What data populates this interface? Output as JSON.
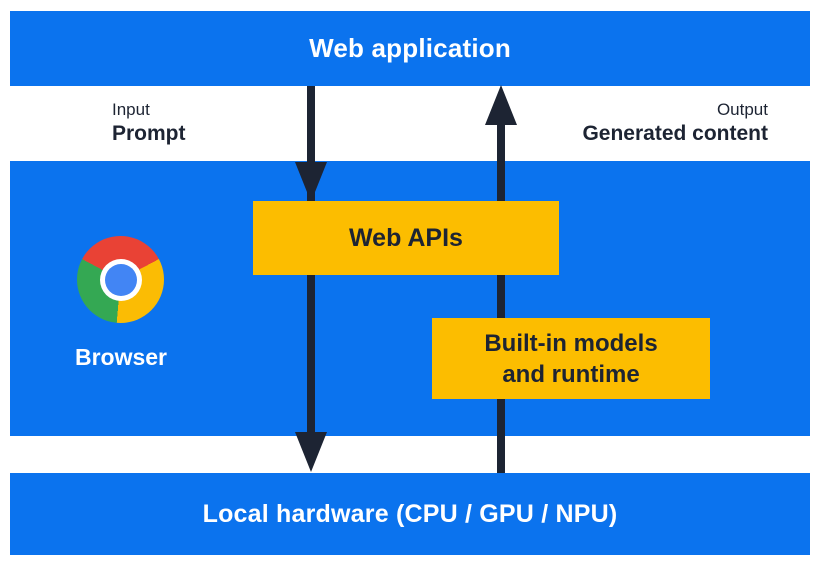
{
  "diagram": {
    "title_bars": {
      "top_label": "Web application",
      "bottom_label": "Local hardware (CPU / GPU / NPU)"
    },
    "io_labels": {
      "input_caption": "Input",
      "input_value": "Prompt",
      "output_caption": "Output",
      "output_value": "Generated content"
    },
    "browser": {
      "label": "Browser",
      "icon": "chrome-logo"
    },
    "boxes": {
      "web_apis_label": "Web APIs",
      "models_label_line1": "Built-in models",
      "models_label_line2": "and runtime"
    },
    "arrows": [
      {
        "name": "input-flow-arrow",
        "direction": "down",
        "from": "Web application",
        "to": "Local hardware"
      },
      {
        "name": "output-flow-arrow",
        "direction": "up",
        "from": "Local hardware",
        "to": "Web application"
      }
    ],
    "colors": {
      "section_blue": "#0b73ee",
      "box_yellow": "#fcbd00",
      "arrow_text_dark": "#1d2433",
      "text_white": "#ffffff",
      "chrome_red": "#e94235",
      "chrome_yellow": "#fbbc04",
      "chrome_green": "#34a853",
      "chrome_blue": "#4285f4"
    }
  }
}
